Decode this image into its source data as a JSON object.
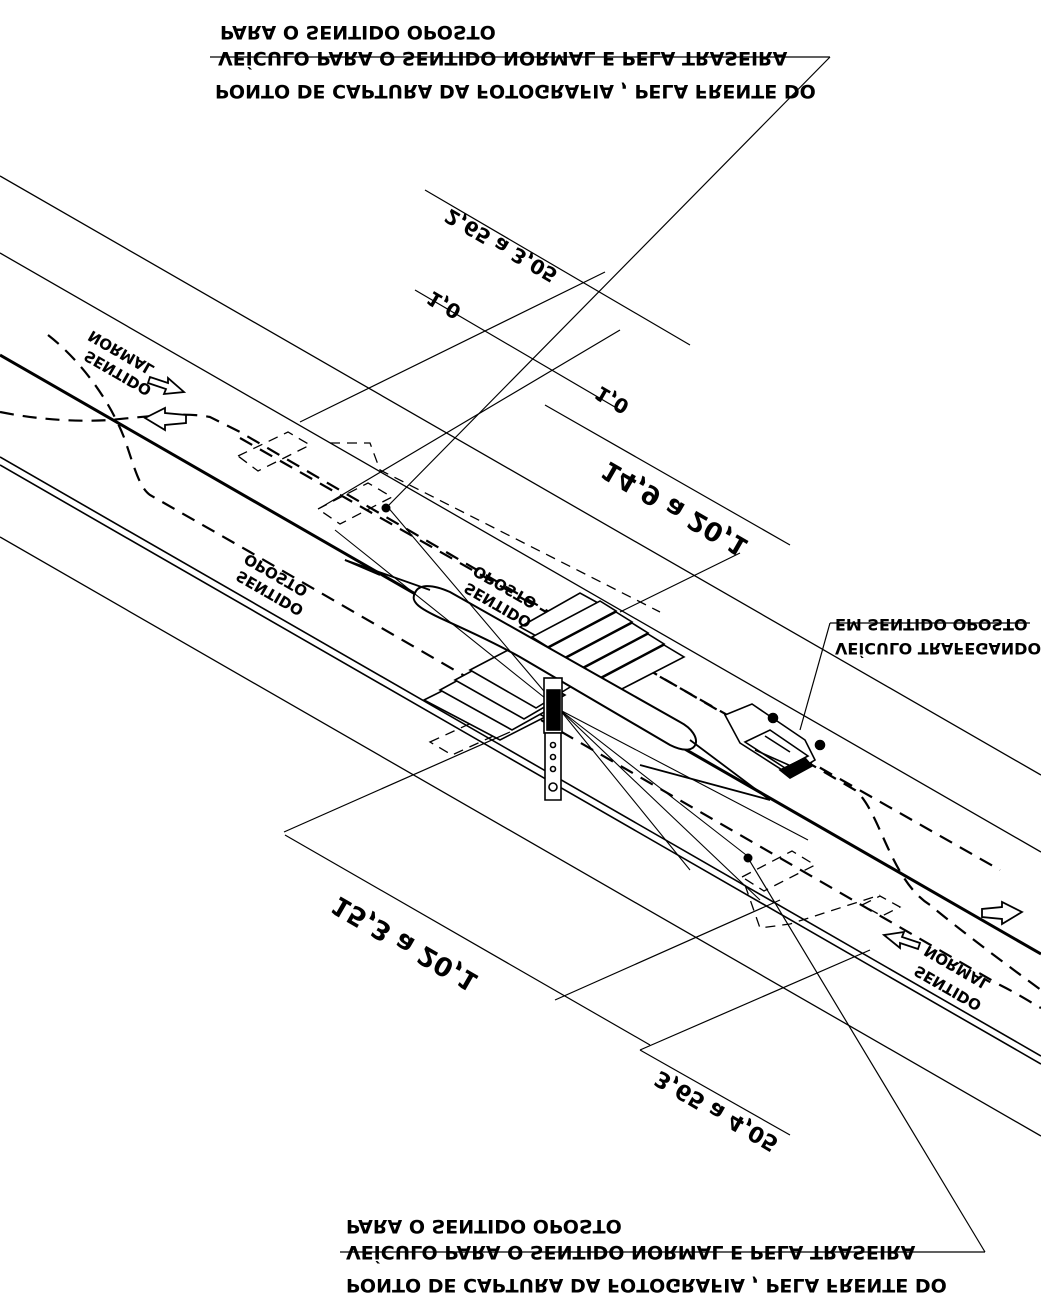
{
  "diagram": {
    "top_note": {
      "line1": "PONTO DE CAPTURA DA FOTOGRAFIA , PELA FRENTE DO",
      "line2": "VEÍCULO PARA O SENTIDO NORMAL E PELA TRASEIRA",
      "line3": "PARA O SENTIDO OPOSTO"
    },
    "bottom_note": {
      "line1": "PONTO DE CAPTURA DA FOTOGRAFIA , PELA FRENTE DO",
      "line2": "VEÍCULO PARA O SENTIDO NORMAL E PELA TRASEIRA",
      "line3": "PARA O SENTIDO OPOSTO"
    },
    "vehicle_note": {
      "line1": "VEÍCULO TRAFEGANDO",
      "line2": "EM SENTIDO OPOSTO"
    },
    "dimensions": {
      "top_width": "2,65  a  3,05",
      "offset_left": "1,0",
      "offset_right": "1,0",
      "upper_length": "14,9  a  20,1",
      "lower_length": "15,3  a  20,1",
      "bottom_width": "3,65  a  4,05"
    },
    "direction_labels": {
      "normal_left_1": "SENTIDO",
      "normal_left_2": "NORMAL",
      "normal_right_1": "SENTIDO",
      "normal_right_2": "NORMAL",
      "opposite_lane_1": "SENTIDO",
      "opposite_lane_2": "OPOSTO",
      "opposite_mid_1": "SENTIDO",
      "opposite_mid_2": "OPOSTO"
    },
    "icons": {
      "camera_pole": "camera-pole-icon",
      "vehicle": "car-icon",
      "arrow_normal": "arrow-outline-icon"
    }
  }
}
